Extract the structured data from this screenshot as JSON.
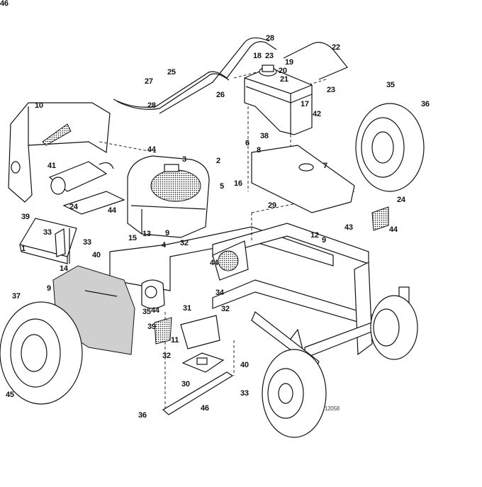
{
  "diagram": {
    "title": "Exploded parts diagram - mower chassis, engine, fuel tank and wheels",
    "figure_number": "12058",
    "callouts": [
      "28",
      "22",
      "18",
      "23",
      "19",
      "20",
      "21",
      "23",
      "25",
      "26",
      "27",
      "28",
      "10",
      "17",
      "35",
      "36",
      "42",
      "38",
      "6",
      "8",
      "44",
      "3",
      "2",
      "7",
      "41",
      "5",
      "16",
      "24",
      "44",
      "29",
      "24",
      "39",
      "33",
      "33",
      "15",
      "9",
      "13",
      "4",
      "32",
      "12",
      "9",
      "43",
      "44",
      "40",
      "1",
      "14",
      "44",
      "34",
      "9",
      "37",
      "35",
      "44",
      "39",
      "31",
      "32",
      "11",
      "32",
      "40",
      "30",
      "33",
      "46",
      "45",
      "36",
      "46"
    ]
  }
}
